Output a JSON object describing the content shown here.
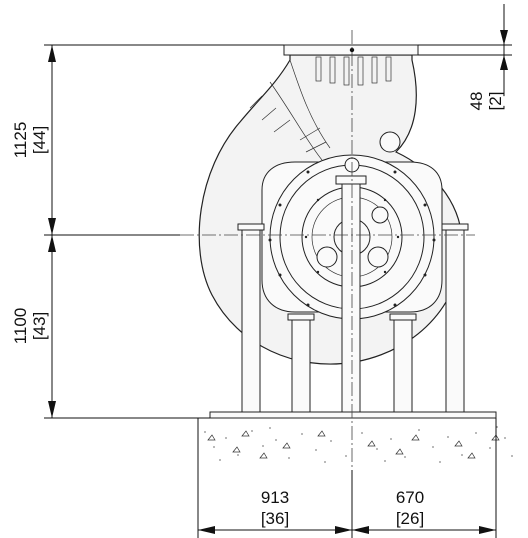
{
  "dimensions": {
    "flange_height": {
      "mm": "1125",
      "in": "[44]"
    },
    "shaft_height": {
      "mm": "1100",
      "in": "[43]"
    },
    "flange_thickness": {
      "mm": "48",
      "in": "[2]"
    },
    "left_width": {
      "mm": "913",
      "in": "[36]"
    },
    "right_width": {
      "mm": "670",
      "in": "[26]"
    }
  }
}
